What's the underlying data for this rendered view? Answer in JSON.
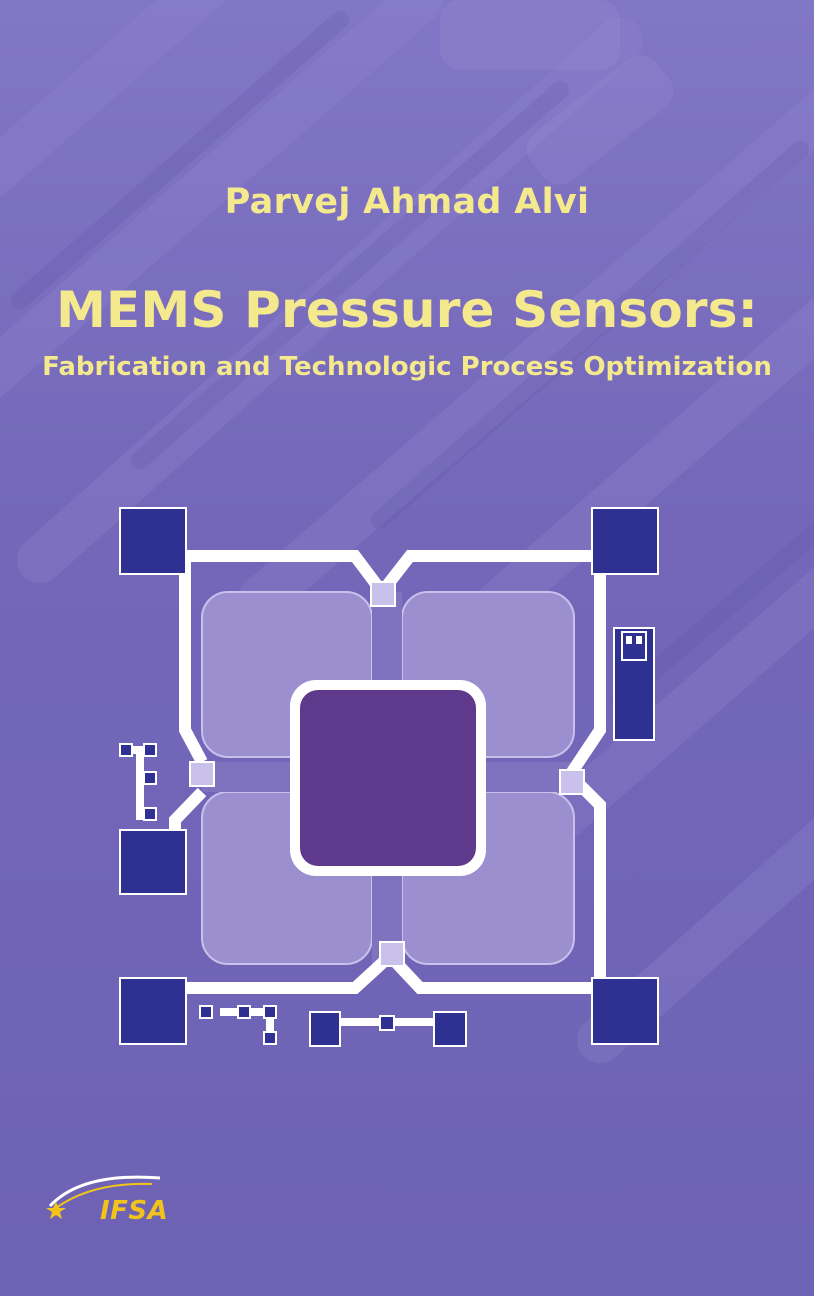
{
  "cover": {
    "author": "Parvej Ahmad Alvi",
    "title": "MEMS Pressure Sensors:",
    "subtitle": "Fabrication and Technologic Process Optimization",
    "publisher": "IFSA"
  },
  "colors": {
    "background": "#7266b7",
    "title_text": "#f4e98c",
    "pad": "#2e3192",
    "diaphragm_quadrant": "#9b8fd0",
    "center_mass": "#5f3a8c",
    "trace": "#ffffff",
    "publisher_logo": "#f2c419"
  },
  "icons": {
    "device_layout": "mems-sensor-layout-icon",
    "publisher_logo": "ifsa-logo-icon"
  }
}
